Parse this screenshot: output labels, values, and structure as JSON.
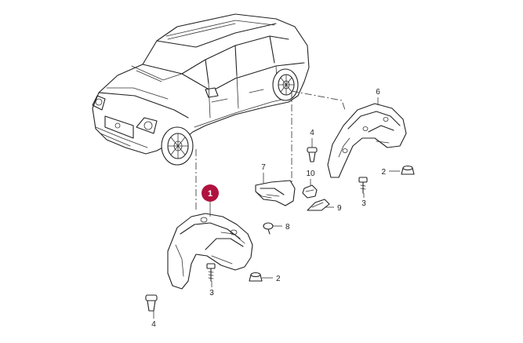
{
  "callouts": {
    "c1": "1",
    "c2a": "2",
    "c2b": "2",
    "c3a": "3",
    "c3b": "3",
    "c4a": "4",
    "c4b": "4",
    "c6": "6",
    "c7": "7",
    "c8": "8",
    "c9": "9",
    "c10": "10"
  },
  "colors": {
    "highlight_badge": "#b0123f",
    "line_art": "#222222"
  }
}
